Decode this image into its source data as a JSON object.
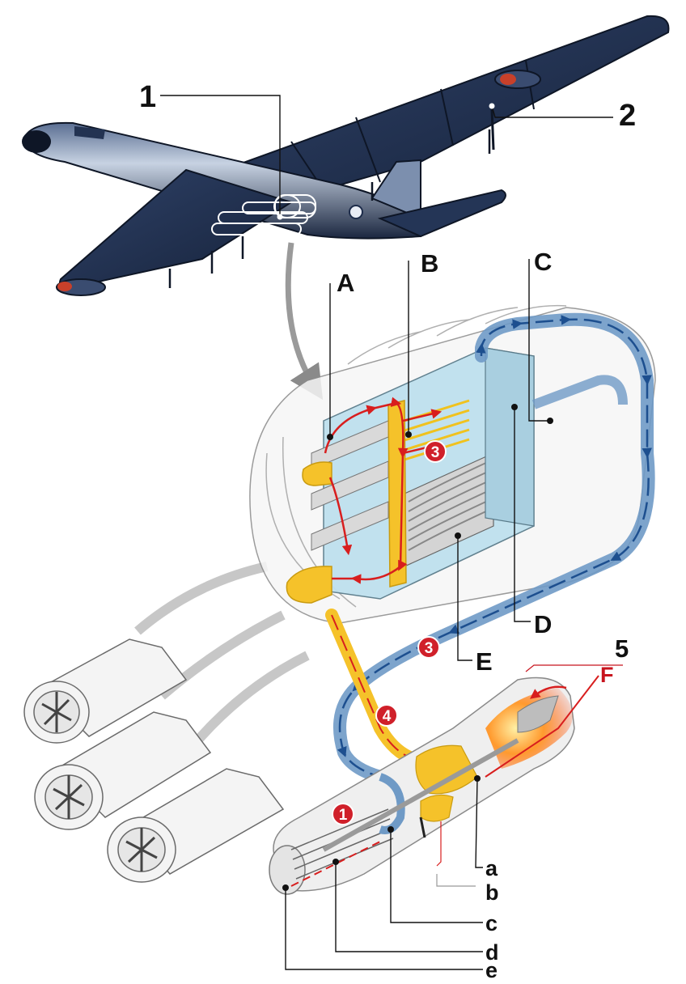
{
  "callouts": {
    "plane_reactor": "1",
    "plane_engine": "2",
    "flow_engine_burner": "5"
  },
  "part_labels": [
    "A",
    "B",
    "C",
    "D",
    "E",
    "F"
  ],
  "engine_labels": [
    "a",
    "b",
    "c",
    "d",
    "e"
  ],
  "flow_markers": [
    "1",
    "3",
    "3",
    "4"
  ],
  "colors": {
    "hot_loop": "#d81e1e",
    "coolant": "#f5c22a",
    "air_flow": "#1d4f8f",
    "reactor_core": "#bfe0ee",
    "aircraft": "#23324f",
    "marker": "#d0202a"
  },
  "icons": [
    "aircraft",
    "reactor-core",
    "heat-exchanger",
    "turbojet-engine",
    "engine-nacelle"
  ]
}
